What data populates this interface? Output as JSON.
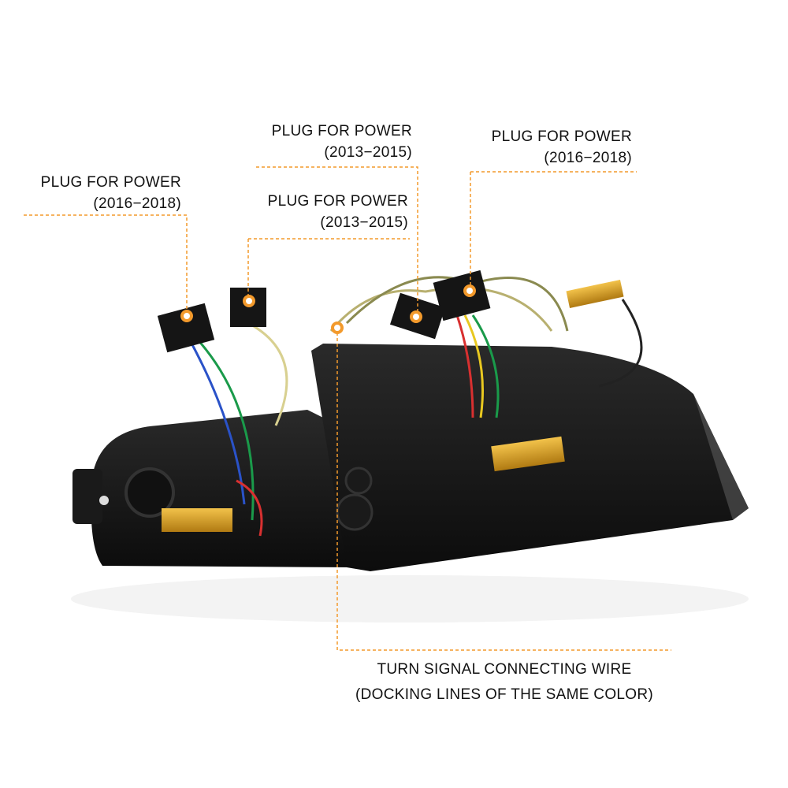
{
  "accent_color": "#f39a2c",
  "callouts": [
    {
      "id": "left-2016",
      "title": "PLUG FOR POWER",
      "years": "(2016−2018)"
    },
    {
      "id": "top-2013",
      "title": "PLUG FOR POWER",
      "years": "(2013−2015)"
    },
    {
      "id": "mid-2013",
      "title": "PLUG FOR POWER",
      "years": "(2013−2015)"
    },
    {
      "id": "right-2016",
      "title": "PLUG FOR POWER",
      "years": "(2016−2018)"
    }
  ],
  "turn_signal": {
    "title": "TURN SIGNAL CONNECTING WIRE",
    "subtitle": "(DOCKING LINES OF THE SAME COLOR)"
  }
}
